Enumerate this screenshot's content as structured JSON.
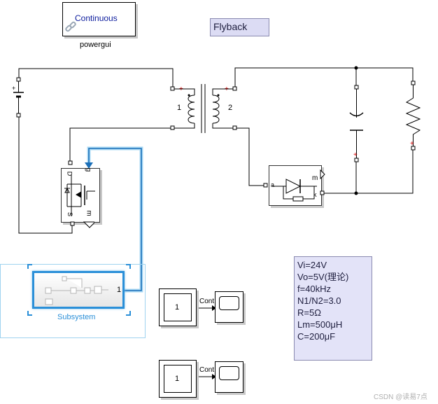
{
  "powergui": {
    "mode": "Continuous",
    "name": "powergui"
  },
  "model_title": "Flyback",
  "transformer": {
    "winding1": "1",
    "winding2": "2"
  },
  "mosfet": {
    "port_g": "g",
    "port_d": "D",
    "port_s": "S",
    "port_m": "m"
  },
  "diode": {
    "port_a": "a",
    "port_k": "k",
    "port_m": "m"
  },
  "subsystem": {
    "name": "Subsystem",
    "out_port": "1"
  },
  "constants": [
    {
      "value": "1",
      "scope_label": "Cont"
    },
    {
      "value": "1",
      "scope_label": "Cont"
    }
  ],
  "params": [
    "Vi=24V",
    "Vo=5V(理论)",
    "f=40kHz",
    "N1/N2=3.0",
    "R=5Ω",
    "Lm=500μH",
    "C=200μF"
  ],
  "watermark": "CSDN @读易7点",
  "colors": {
    "selection_blue": "#2a8fd8",
    "subsystem_selection": "#9fd3ef",
    "link_red": "#d40000",
    "param_bg": "#e3e3f8",
    "title_bg": "#dcdcf4"
  }
}
